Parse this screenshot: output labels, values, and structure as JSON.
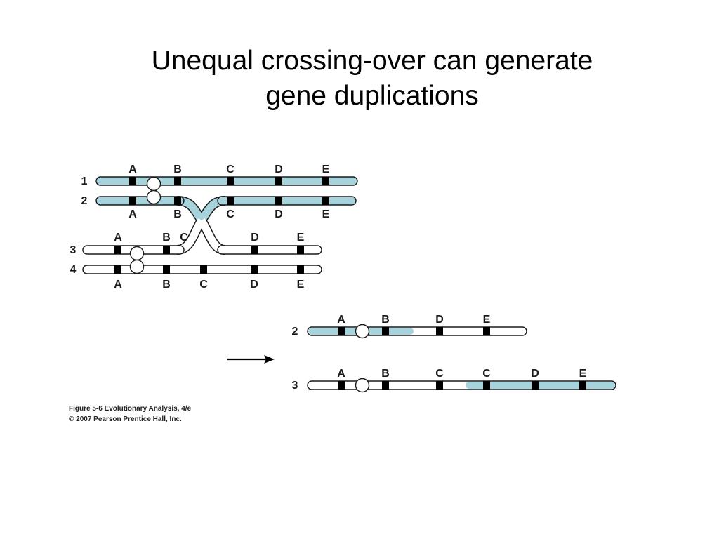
{
  "title": {
    "line1": "Unequal crossing-over can generate",
    "line2": "gene duplications"
  },
  "colors": {
    "chromatid_blue": "#a6d3dc",
    "chromatid_white": "#ffffff",
    "outline": "#1a1a1a",
    "gene_marker": "#000000"
  },
  "before": {
    "chromosomes": [
      {
        "number": "1",
        "genes": [
          "A",
          "B",
          "C",
          "D",
          "E"
        ],
        "fill": "blue"
      },
      {
        "number": "2",
        "genes": [
          "A",
          "B",
          "C",
          "D",
          "E"
        ],
        "fill": "blue"
      },
      {
        "number": "3",
        "genes": [
          "A",
          "B",
          "C",
          "D",
          "E"
        ],
        "fill": "white"
      },
      {
        "number": "4",
        "genes": [
          "A",
          "B",
          "C",
          "D",
          "E"
        ],
        "fill": "white"
      }
    ]
  },
  "after": {
    "chromosomes": [
      {
        "number": "2",
        "genes": [
          "A",
          "B",
          "D",
          "E"
        ]
      },
      {
        "number": "3",
        "genes": [
          "A",
          "B",
          "C",
          "C",
          "D",
          "E"
        ]
      }
    ]
  },
  "icons": {
    "arrow": "right-arrow-icon",
    "centromere": "centromere-icon"
  },
  "caption": {
    "line1": "Figure 5-6  Evolutionary Analysis, 4/e",
    "line2": "© 2007 Pearson Prentice Hall, Inc."
  }
}
